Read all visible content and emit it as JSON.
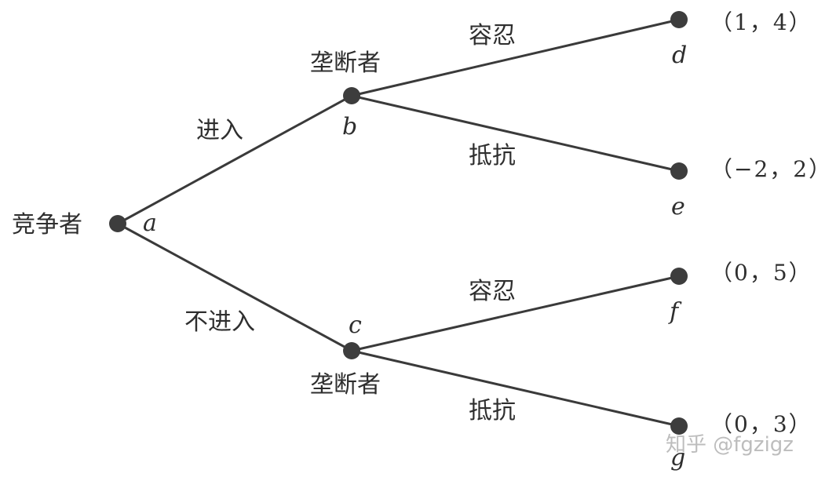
{
  "nodes": {
    "a": {
      "id": "a",
      "player": "竞争者"
    },
    "b": {
      "id": "b",
      "player": "垄断者"
    },
    "c": {
      "id": "c",
      "player": "垄断者"
    },
    "d": {
      "id": "d",
      "payoff": "（1，4）"
    },
    "e": {
      "id": "e",
      "payoff": "（−2，2）"
    },
    "f": {
      "id": "f",
      "payoff": "（0，5）"
    },
    "g": {
      "id": "g",
      "payoff": "（0，3）"
    }
  },
  "edges": {
    "enter": "进入",
    "not_enter": "不进入",
    "tolerate_upper": "容忍",
    "fight_upper": "抵抗",
    "tolerate_lower": "容忍",
    "fight_lower": "抵抗"
  },
  "watermark": "知乎 @fgzigz"
}
